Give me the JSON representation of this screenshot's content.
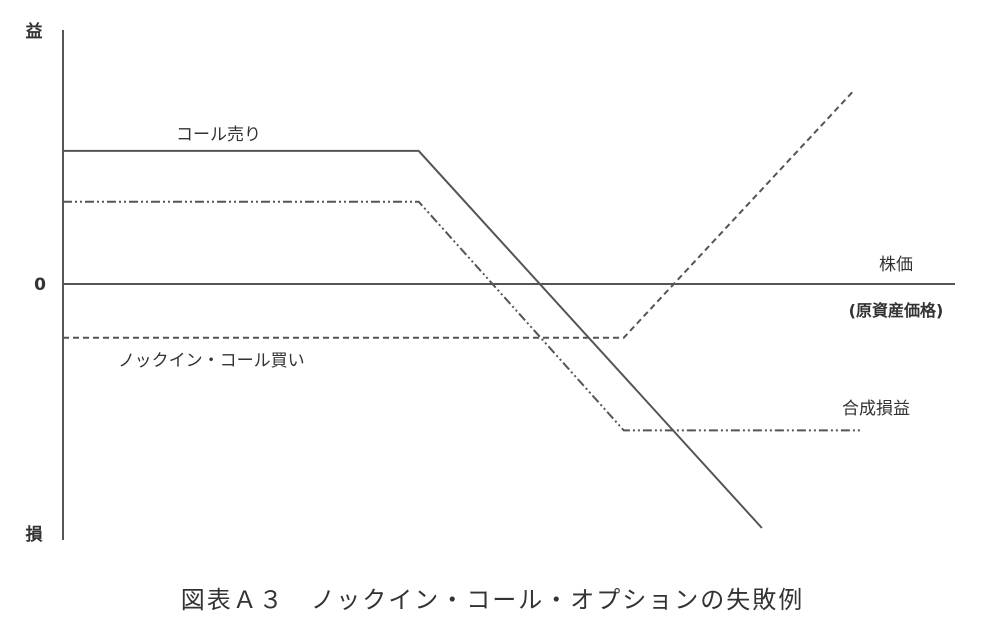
{
  "chart_data": {
    "type": "line",
    "title": "",
    "caption": "図表Ａ３　ノックイン・コール・オプションの失敗例",
    "y_axis": {
      "top_label": "益",
      "bottom_label": "損",
      "zero_label": "0",
      "range": [
        -100,
        100
      ]
    },
    "x_axis": {
      "label_line1": "株価",
      "label_line2": "(原資産価格)",
      "range": [
        0,
        100
      ]
    },
    "grid": false,
    "series": [
      {
        "name": "コール売り",
        "style": "solid",
        "points": [
          [
            0,
            55
          ],
          [
            42.5,
            55
          ],
          [
            83.5,
            -100
          ]
        ]
      },
      {
        "name": "ノックイン・コール買い",
        "style": "dashed",
        "points": [
          [
            0,
            -22
          ],
          [
            67,
            -22
          ],
          [
            94.5,
            80
          ]
        ]
      },
      {
        "name": "合成損益",
        "style": "dashdot",
        "points": [
          [
            0,
            34
          ],
          [
            42.5,
            34
          ],
          [
            67,
            -60
          ],
          [
            95.5,
            -60
          ]
        ]
      }
    ]
  }
}
